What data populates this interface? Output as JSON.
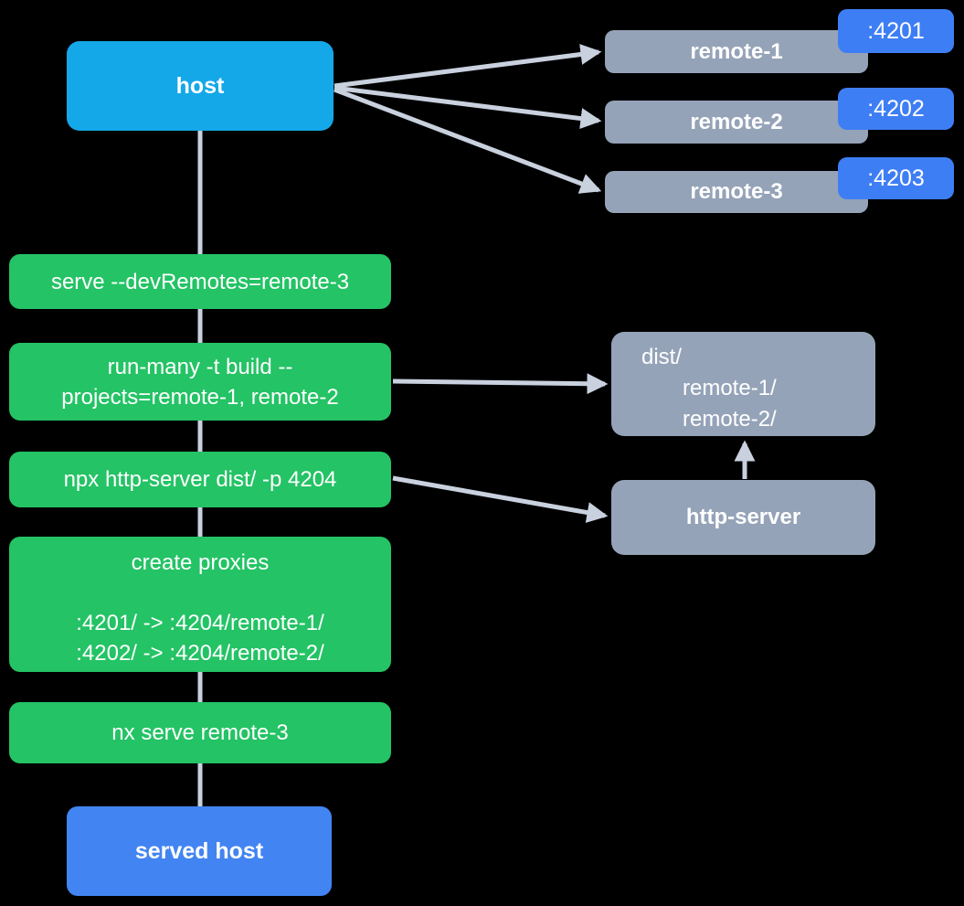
{
  "host": {
    "label": "host"
  },
  "remotes": [
    {
      "name": "remote-1",
      "port": ":4201"
    },
    {
      "name": "remote-2",
      "port": ":4202"
    },
    {
      "name": "remote-3",
      "port": ":4203"
    }
  ],
  "steps": {
    "serve": "serve --devRemotes=remote-3",
    "run_many_line1": "run-many -t build --",
    "run_many_line2": "projects=remote-1, remote-2",
    "npx": "npx http-server dist/ -p 4204",
    "proxies_title": "create proxies",
    "proxy_line1": ":4201/ -> :4204/remote-1/",
    "proxy_line2": ":4202/ -> :4204/remote-2/",
    "nx_serve": "nx serve remote-3"
  },
  "served_host": {
    "label": "served host"
  },
  "dist": {
    "line1": "dist/",
    "line2": "remote-1/",
    "line3": "remote-2/"
  },
  "http_server": {
    "label": "http-server"
  },
  "palette": {
    "background": "#000000",
    "host_cyan": "#14a8e8",
    "node_slate": "#95a3b8",
    "port_blue": "#3e7ef5",
    "served_blue": "#4284f2",
    "step_green": "#24c365",
    "connector_gray": "#c9d1df",
    "text_white": "#ffffff"
  }
}
